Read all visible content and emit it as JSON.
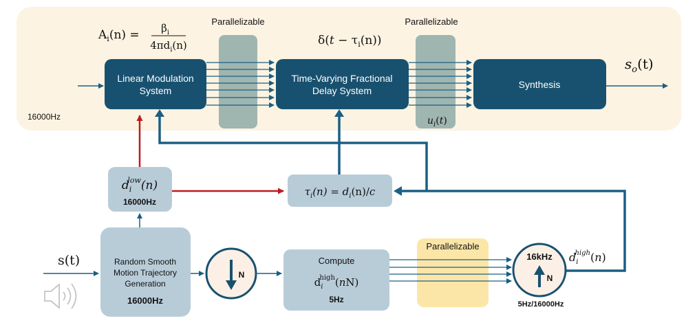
{
  "top_panel": {
    "sample_rate": "16000Hz",
    "parallel_label_1": "Parallelizable",
    "parallel_label_2": "Parallelizable",
    "gain_formula": "A_i(n) = β_i / (4π d_i(n))",
    "delay_formula": "δ(t − τ_i(n))",
    "ui_label": "u_i(t)",
    "output_label": "s_o(t)",
    "linear_mod": [
      "Linear Modulation",
      "System"
    ],
    "tv_delay": [
      "Time-Varying Fractional",
      "Delay System"
    ],
    "synthesis": "Synthesis"
  },
  "bottom": {
    "input_label": "s(t)",
    "traj_box": [
      "Random Smooth",
      "Motion Trajectory",
      "Generation"
    ],
    "traj_rate": "16000Hz",
    "dlow_rate": "16000Hz",
    "tau_formula": "τ_i(n) = d_i(n)/c",
    "downsample_factor": "N",
    "compute_title": "Compute",
    "compute_rate": "5Hz",
    "parallel_label_3": "Parallelizable",
    "upsample_rate": "16kHz",
    "upsample_factor": "N",
    "upsample_caption": "5Hz/16000Hz",
    "dhigh_label": "d_i^high(n)"
  },
  "colors": {
    "panel_bg": "#fcf3e2",
    "dark_box": "#18516f",
    "light_box": "#b8ccd8",
    "gray_par": "#9fb5b0",
    "yellow_par": "#fbe6a8",
    "blue_line": "#1a5f84",
    "red_line": "#c0191d",
    "circle_fill": "#fbefe6"
  },
  "icons": [
    "speaker-icon",
    "down-arrow-icon",
    "up-arrow-icon"
  ]
}
